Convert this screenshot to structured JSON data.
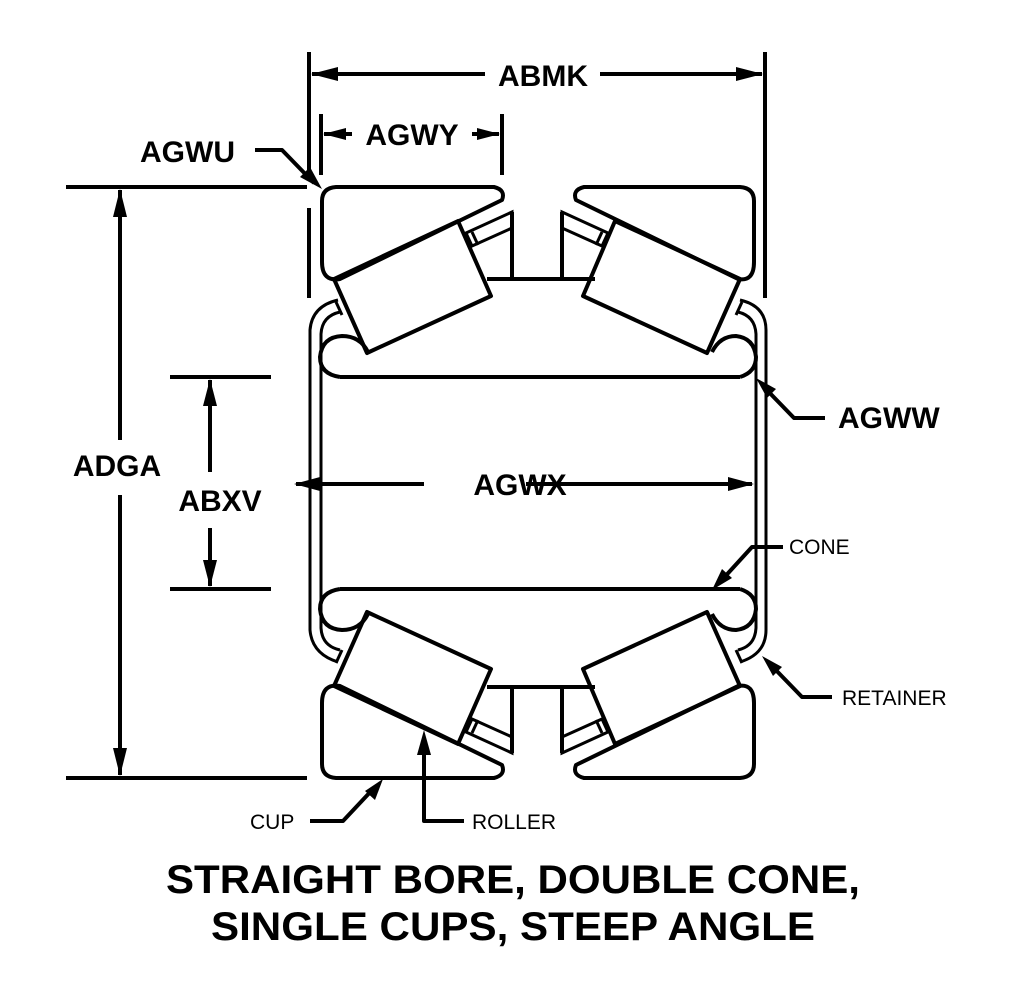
{
  "diagram": {
    "title_lines": [
      "STRAIGHT BORE, DOUBLE CONE,",
      "SINGLE CUPS, STEEP ANGLE"
    ],
    "dimensions": {
      "abmk": "ABMK",
      "agwy": "AGWY",
      "agwu": "AGWU",
      "adga": "ADGA",
      "abxv": "ABXV",
      "agwx": "AGWX",
      "agww": "AGWW"
    },
    "parts": {
      "cone": "CONE",
      "retainer": "RETAINER",
      "cup": "CUP",
      "roller": "ROLLER"
    },
    "line_color": "#000000",
    "background_color": "#ffffff"
  }
}
